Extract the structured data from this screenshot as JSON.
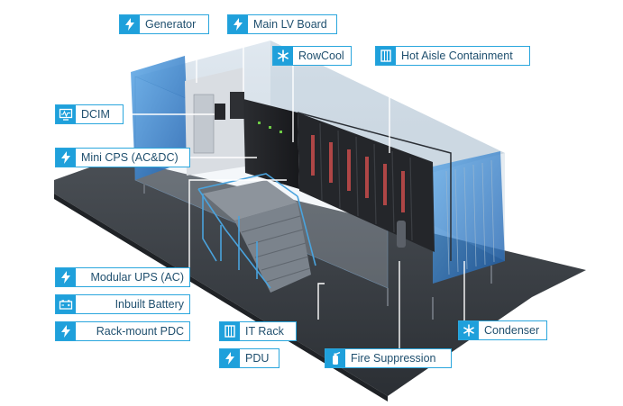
{
  "labels": {
    "generator": {
      "text": "Generator",
      "icon": "bolt-icon"
    },
    "main_lv_board": {
      "text": "Main LV Board",
      "icon": "bolt-icon"
    },
    "rowcool": {
      "text": "RowCool",
      "icon": "snowflake-icon"
    },
    "hot_aisle": {
      "text": "Hot Aisle Containment",
      "icon": "containment-icon"
    },
    "dcim": {
      "text": "DCIM",
      "icon": "monitor-icon"
    },
    "mini_cps": {
      "text": "Mini CPS (AC&DC)",
      "icon": "bolt-icon"
    },
    "modular_ups": {
      "text": "Modular UPS (AC)",
      "icon": "bolt-icon"
    },
    "inbuilt_battery": {
      "text": "Inbuilt Battery",
      "icon": "battery-icon"
    },
    "rack_pdc": {
      "text": "Rack-mount PDC",
      "icon": "bolt-icon"
    },
    "it_rack": {
      "text": "IT Rack",
      "icon": "rack-icon"
    },
    "pdu": {
      "text": "PDU",
      "icon": "bolt-icon"
    },
    "fire_suppression": {
      "text": "Fire Suppression",
      "icon": "extinguisher-icon"
    },
    "condenser": {
      "text": "Condenser",
      "icon": "snowflake-icon"
    }
  },
  "colors": {
    "accent": "#1fa0db",
    "border": "#2aa6dd",
    "text": "#1f4f6e",
    "glass": "#3d8fd6",
    "floor": "#3a3f45"
  }
}
